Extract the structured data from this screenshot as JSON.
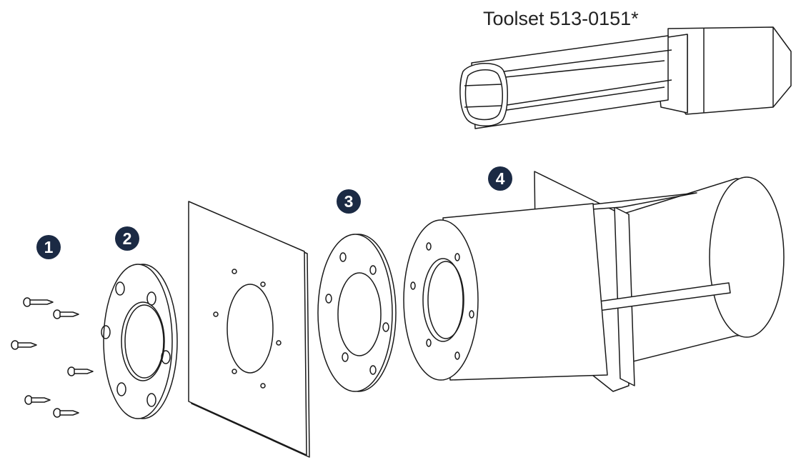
{
  "labels": {
    "toolset": "Toolset 513-0151*"
  },
  "parts": [
    {
      "number": "1",
      "name": "screws"
    },
    {
      "number": "2",
      "name": "front-ring"
    },
    {
      "number": "3",
      "name": "gasket-ring"
    },
    {
      "number": "4",
      "name": "mounting-sleeve"
    }
  ],
  "colors": {
    "badge_bg": "#1b2a44",
    "badge_text": "#ffffff",
    "line": "#1a1a1a"
  }
}
